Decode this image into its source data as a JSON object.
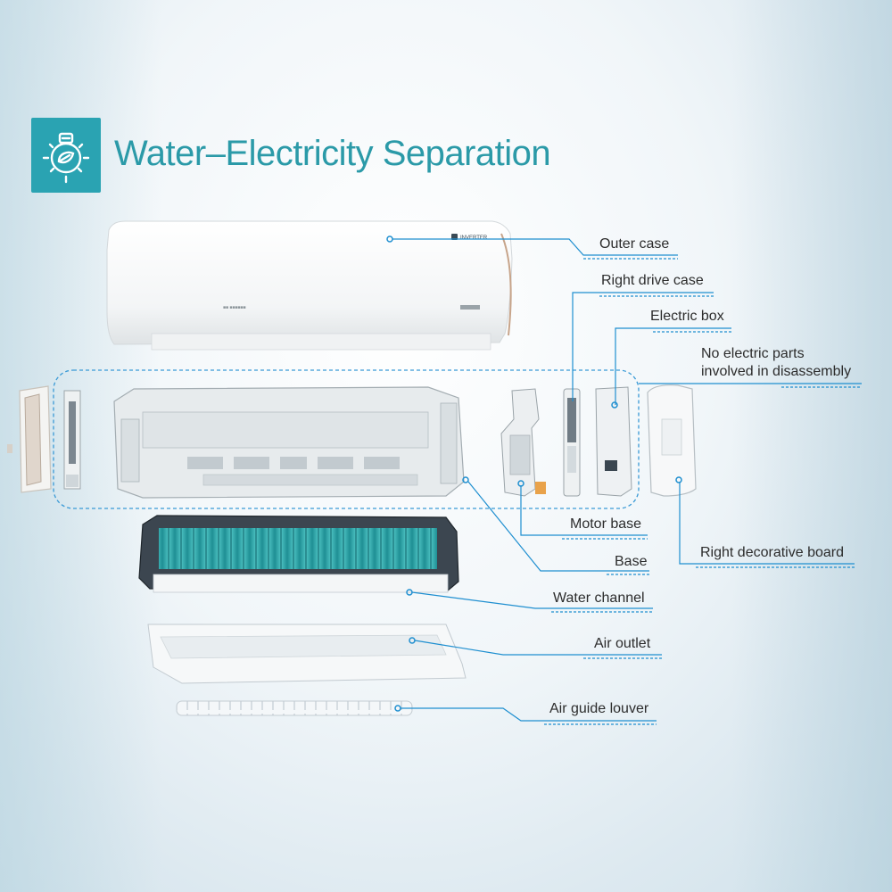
{
  "header": {
    "title": "Water–Electricity Separation",
    "icon": "lightbulb-leaf-icon",
    "accent_color": "#2aa3b2"
  },
  "unit": {
    "badge_text": "INVERTER",
    "brand_text": "■■ ■■■■■■"
  },
  "labels": {
    "outer_case": "Outer case",
    "right_drive_case": "Right drive case",
    "electric_box": "Electric box",
    "no_electric_line1": "No electric parts",
    "no_electric_line2": "involved in disassembly",
    "motor_base": "Motor base",
    "right_decorative_board": "Right decorative board",
    "base": "Base",
    "water_channel": "Water channel",
    "air_outlet": "Air outlet",
    "air_guide_louver": "Air guide louver"
  },
  "colors": {
    "leader_line": "#1f8fd0",
    "dashed_frame": "#3a9ad6",
    "fan_blade": "#2fa5a8"
  }
}
